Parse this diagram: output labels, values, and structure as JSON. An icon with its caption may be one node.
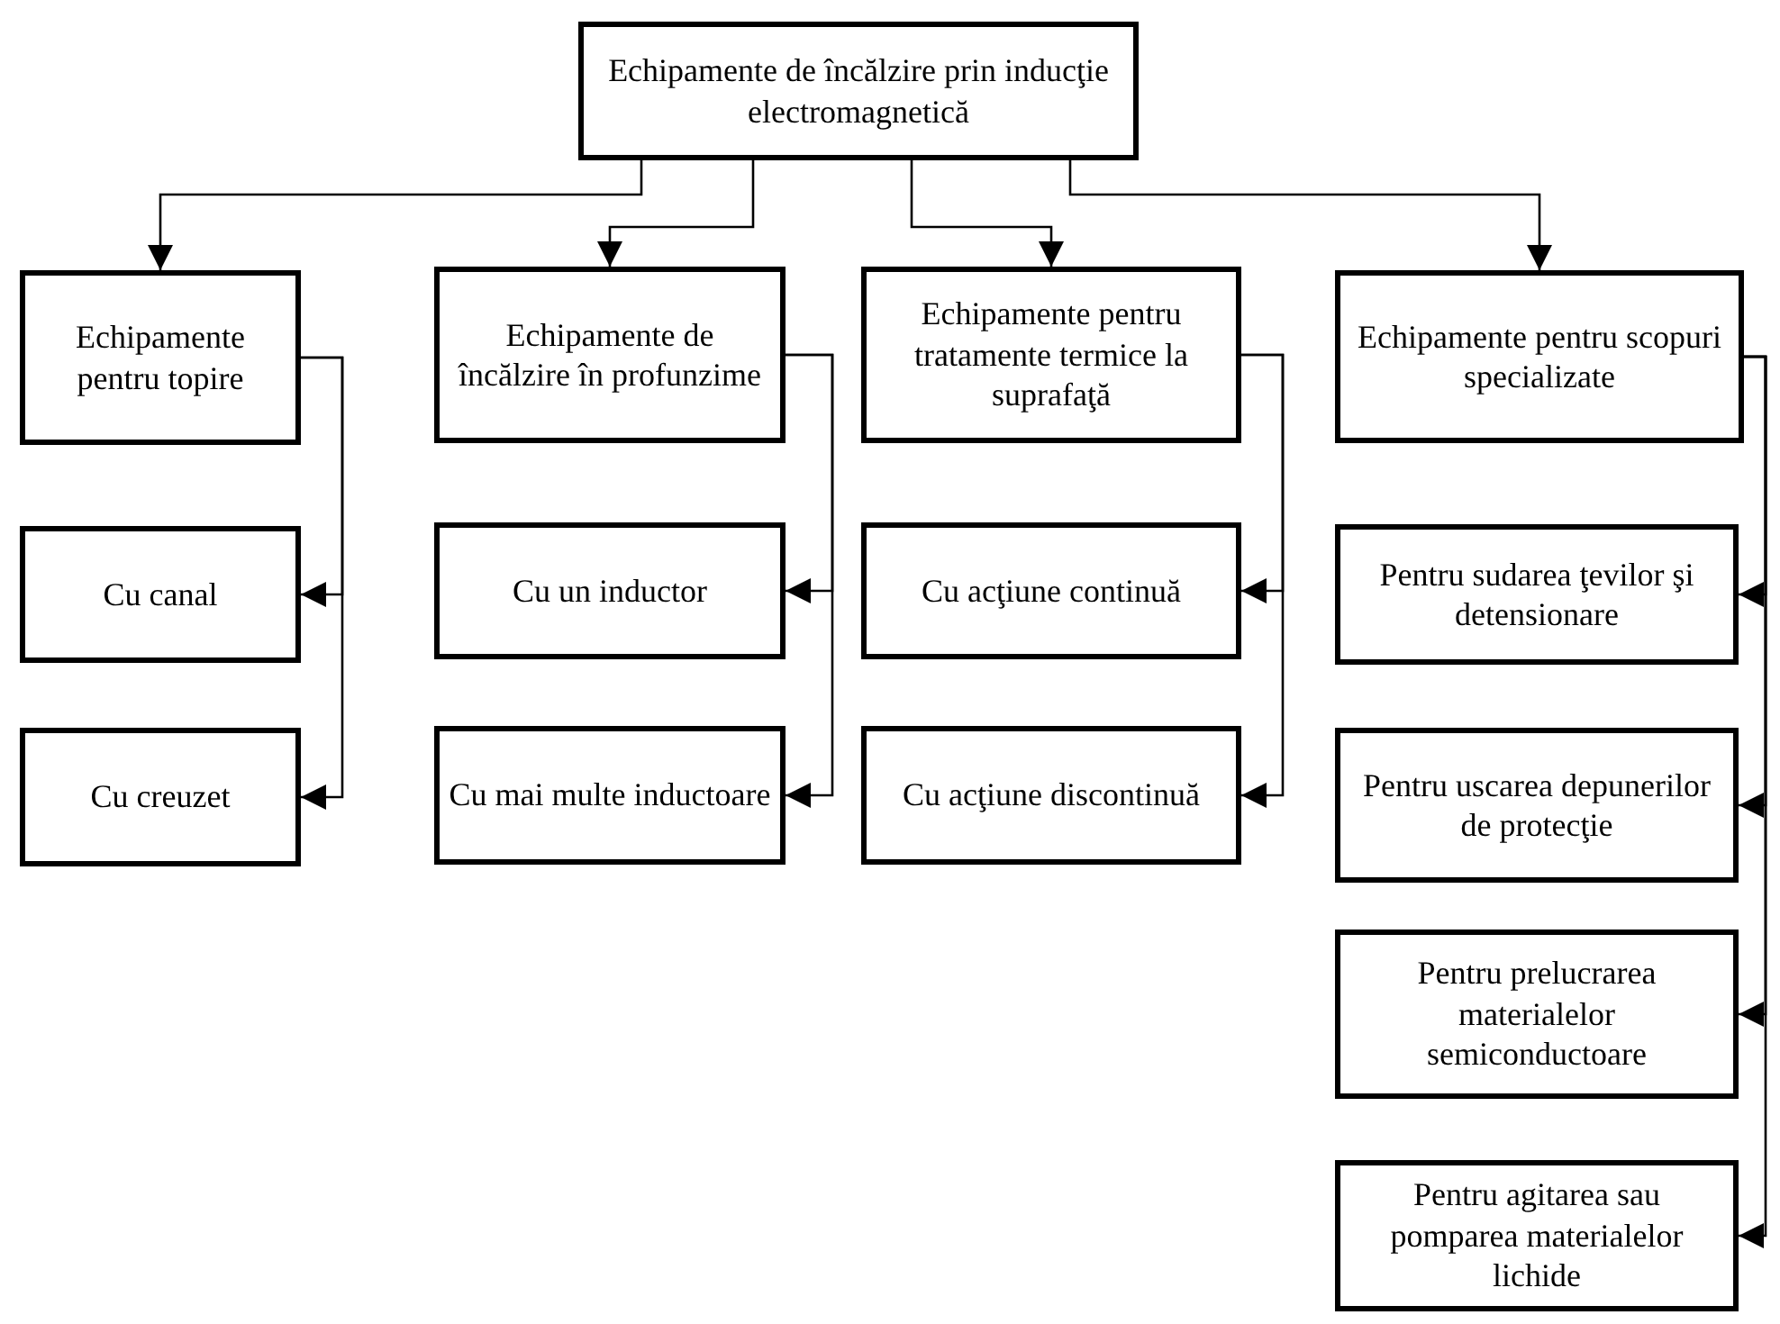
{
  "diagram": {
    "nodes": [
      {
        "text": [
          "Echipamente de încălzire prin inducţie electromagnetică"
        ]
      },
      {
        "text": [
          "Echipamente pentru topire"
        ]
      },
      {
        "text": [
          "Echipamente de încălzire în profunzime"
        ]
      },
      {
        "text": [
          "Echipamente pentru tratamente termice la suprafaţă"
        ]
      },
      {
        "text": [
          "Echipamente pentru scopuri specializate"
        ]
      },
      {
        "text": [
          "Cu canal"
        ]
      },
      {
        "text": [
          "Cu creuzet"
        ]
      },
      {
        "text": [
          "Cu un inductor"
        ]
      },
      {
        "text": [
          "Cu mai multe inductoare"
        ]
      },
      {
        "text": [
          "Cu acţiune continuă"
        ]
      },
      {
        "text": [
          "Cu acţiune discontinuă"
        ]
      },
      {
        "text": [
          "Pentru sudarea ţevilor şi detensionare"
        ]
      },
      {
        "text": [
          "Pentru uscarea depunerilor de protecţie"
        ]
      },
      {
        "text": [
          "Pentru prelucrarea materialelor semiconductoare"
        ]
      },
      {
        "text": [
          "Pentru agitarea sau pomparea materialelor lichide"
        ]
      }
    ],
    "edges": [
      {
        "from": 0,
        "to": 1,
        "arrow": "to"
      },
      {
        "from": 0,
        "to": 2,
        "arrow": "to"
      },
      {
        "from": 0,
        "to": 3,
        "arrow": "to"
      },
      {
        "from": 0,
        "to": 4,
        "arrow": "to"
      },
      {
        "from": 1,
        "to": 5,
        "arrow": "to"
      },
      {
        "from": 1,
        "to": 6,
        "arrow": "to"
      },
      {
        "from": 2,
        "to": 7,
        "arrow": "to"
      },
      {
        "from": 2,
        "to": 8,
        "arrow": "to"
      },
      {
        "from": 3,
        "to": 9,
        "arrow": "to"
      },
      {
        "from": 3,
        "to": 10,
        "arrow": "to"
      },
      {
        "from": 4,
        "to": 11,
        "arrow": "to"
      },
      {
        "from": 4,
        "to": 12,
        "arrow": "to"
      },
      {
        "from": 4,
        "to": 13,
        "arrow": "to"
      },
      {
        "from": 4,
        "to": 14,
        "arrow": "to"
      }
    ]
  }
}
